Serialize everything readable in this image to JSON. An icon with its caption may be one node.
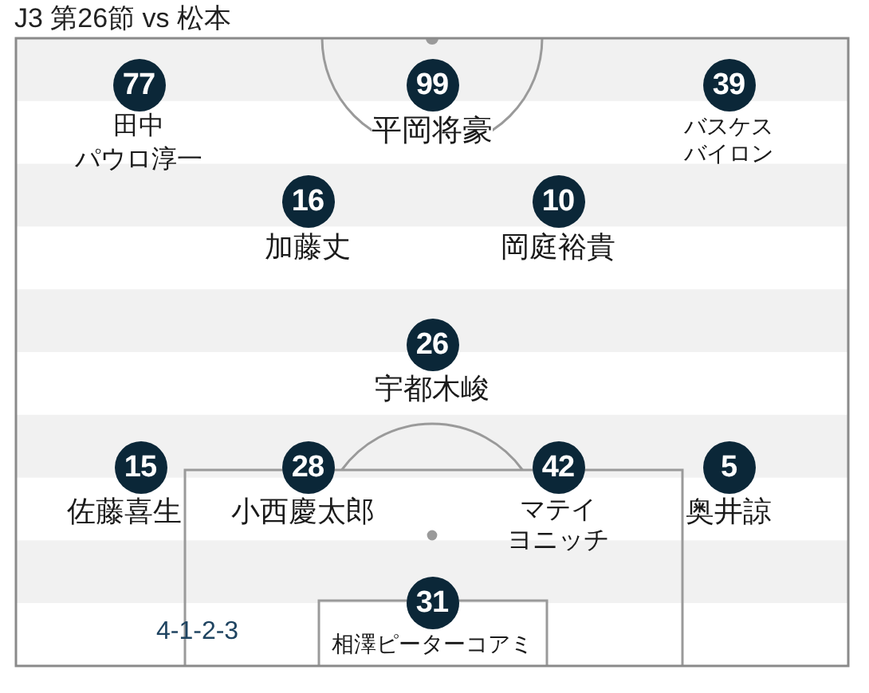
{
  "diagram": {
    "title": "J3 第26節 vs 松本",
    "nodes": [
      {
        "text": [
          "77"
        ],
        "beside": [
          "田中パウロ淳一"
        ]
      },
      {
        "text": [
          "99"
        ],
        "beside": [
          "平岡将豪"
        ]
      },
      {
        "text": [
          "39"
        ],
        "beside": [
          "バスケスバイロン"
        ]
      },
      {
        "text": [
          "16"
        ],
        "beside": [
          "加藤丈"
        ]
      },
      {
        "text": [
          "10"
        ],
        "beside": [
          "岡庭裕貴"
        ]
      },
      {
        "text": [
          "26"
        ],
        "beside": [
          "宇都木峻"
        ]
      },
      {
        "text": [
          "15"
        ],
        "beside": [
          "佐藤喜生"
        ]
      },
      {
        "text": [
          "28"
        ],
        "beside": [
          "小西慶太郎"
        ]
      },
      {
        "text": [
          "42"
        ],
        "beside": [
          "マテイヨニッチ"
        ]
      },
      {
        "text": [
          "5"
        ],
        "beside": [
          "奥井諒"
        ]
      },
      {
        "text": [
          "31"
        ],
        "beside": [
          "相澤ピーターコアミ"
        ]
      }
    ],
    "labels": [
      "4-1-2-3"
    ]
  }
}
